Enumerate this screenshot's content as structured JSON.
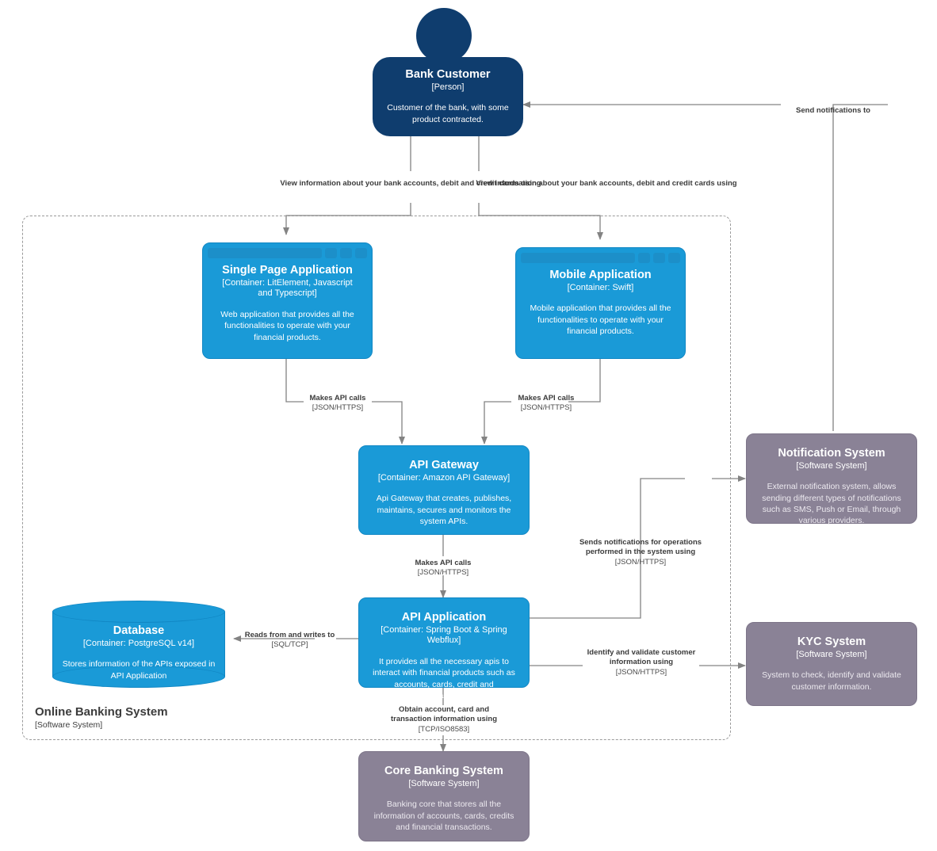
{
  "diagram": {
    "type": "c4-container-diagram",
    "boundary": {
      "title": "Online Banking System",
      "tech": "[Software System]"
    },
    "colors": {
      "person": "#0f3d6e",
      "container": "#1a9ad7",
      "external_system": "#8a8296",
      "edge": "#838383",
      "boundary": "#9a9a9a"
    }
  },
  "nodes": {
    "bank_customer": {
      "title": "Bank Customer",
      "tech": "[Person]",
      "desc": "Customer of the bank, with some product contracted."
    },
    "single_page_application": {
      "title": "Single Page Application",
      "tech": "[Container: LitElement, Javascript and Typescript]",
      "desc": "Web application that provides all the functionalities to operate with your financial products."
    },
    "mobile_application": {
      "title": "Mobile Application",
      "tech": "[Container: Swift]",
      "desc": "Mobile application that provides all the functionalities to operate with your financial products."
    },
    "api_gateway": {
      "title": "API Gateway",
      "tech": "[Container: Amazon API Gateway]",
      "desc": "Api Gateway that creates, publishes, maintains, secures and monitors the system APIs."
    },
    "api_application": {
      "title": "API Application",
      "tech": "[Container: Spring Boot & Spring Webflux]",
      "desc": "It provides all the necessary apis to interact with financial products such as accounts, cards, credit and transactions."
    },
    "database": {
      "title": "Database",
      "tech": "[Container: PostgreSQL v14]",
      "desc": "Stores information of the APIs exposed in API Application"
    },
    "notification_system": {
      "title": "Notification System",
      "tech": "[Software System]",
      "desc": "External notification system, allows sending different types of notifications such as SMS, Push or Email, through various providers."
    },
    "kyc_system": {
      "title": "KYC System",
      "tech": "[Software System]",
      "desc": "System to check, identify and validate customer information."
    },
    "core_banking_system": {
      "title": "Core Banking System",
      "tech": "[Software System]",
      "desc": "Banking core that stores all the information of accounts, cards, credits and financial transactions."
    }
  },
  "edges": [
    {
      "id": "customer-to-spa",
      "from": "bank_customer",
      "to": "single_page_application",
      "label": "View information about your bank accounts, debit and credit cards using",
      "tech": ""
    },
    {
      "id": "customer-to-mobile",
      "from": "bank_customer",
      "to": "mobile_application",
      "label": "View information about your bank accounts, debit and credit cards using",
      "tech": ""
    },
    {
      "id": "spa-to-gateway",
      "from": "single_page_application",
      "to": "api_gateway",
      "label": "Makes API calls",
      "tech": "[JSON/HTTPS]"
    },
    {
      "id": "mobile-to-gateway",
      "from": "mobile_application",
      "to": "api_gateway",
      "label": "Makes API calls",
      "tech": "[JSON/HTTPS]"
    },
    {
      "id": "gateway-to-application",
      "from": "api_gateway",
      "to": "api_application",
      "label": "Makes API calls",
      "tech": "[JSON/HTTPS]"
    },
    {
      "id": "application-to-notification",
      "from": "api_application",
      "to": "notification_system",
      "label": "Sends notifications for operations performed in the system using",
      "tech": "[JSON/HTTPS]"
    },
    {
      "id": "application-to-database",
      "from": "api_application",
      "to": "database",
      "label": "Reads from and writes to",
      "tech": "[SQL/TCP]"
    },
    {
      "id": "application-to-kyc",
      "from": "api_application",
      "to": "kyc_system",
      "label": "Identify and validate customer information using",
      "tech": "[JSON/HTTPS]"
    },
    {
      "id": "application-to-core-banking",
      "from": "api_application",
      "to": "core_banking_system",
      "label": "Obtain account, card and transaction information using",
      "tech": "[TCP/ISO8583]"
    },
    {
      "id": "notification-to-customer",
      "from": "notification_system",
      "to": "bank_customer",
      "label": "Send notifications to",
      "tech": ""
    }
  ]
}
